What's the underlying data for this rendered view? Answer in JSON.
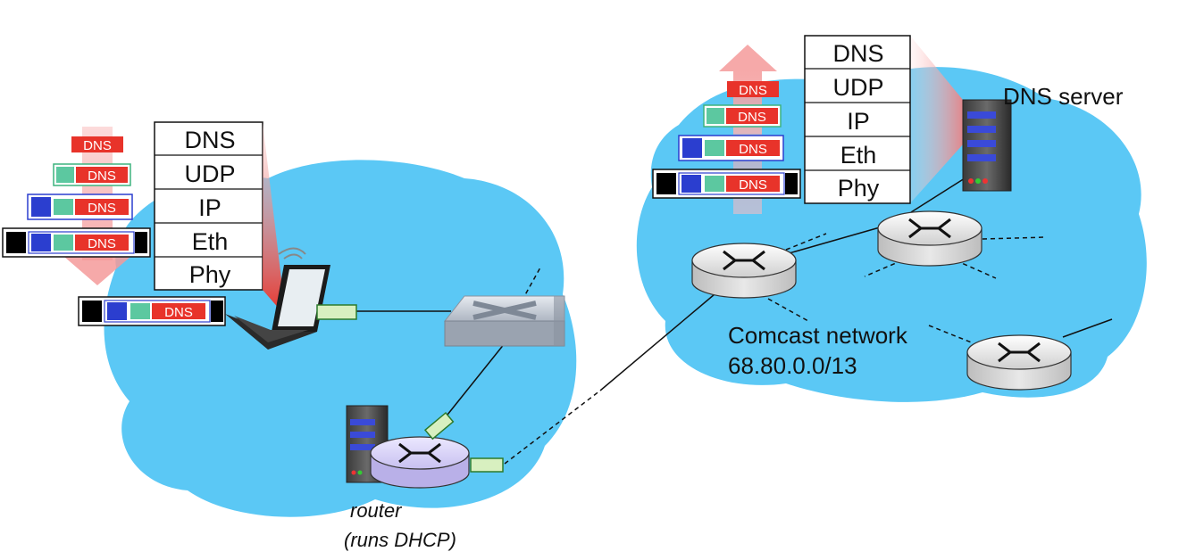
{
  "left_stack": {
    "layers": [
      "DNS",
      "UDP",
      "IP",
      "Eth",
      "Phy"
    ]
  },
  "right_stack": {
    "layers": [
      "DNS",
      "UDP",
      "IP",
      "Eth",
      "Phy"
    ]
  },
  "packet_label": "DNS",
  "router": {
    "line1": "router",
    "line2": "(runs DHCP)"
  },
  "dns_server": {
    "label": "DNS server"
  },
  "comcast": {
    "name": "Comcast network",
    "prefix": "68.80.0.0/13"
  },
  "colors": {
    "cloud": "#5bc8f5",
    "dns_red": "#e8332a",
    "udp_green": "#5cc8a0",
    "ip_blue": "#2b3ecf",
    "eth_black": "#000000",
    "arrow_down": "#f4a0a0",
    "arrow_up": "#f4a0a0"
  }
}
